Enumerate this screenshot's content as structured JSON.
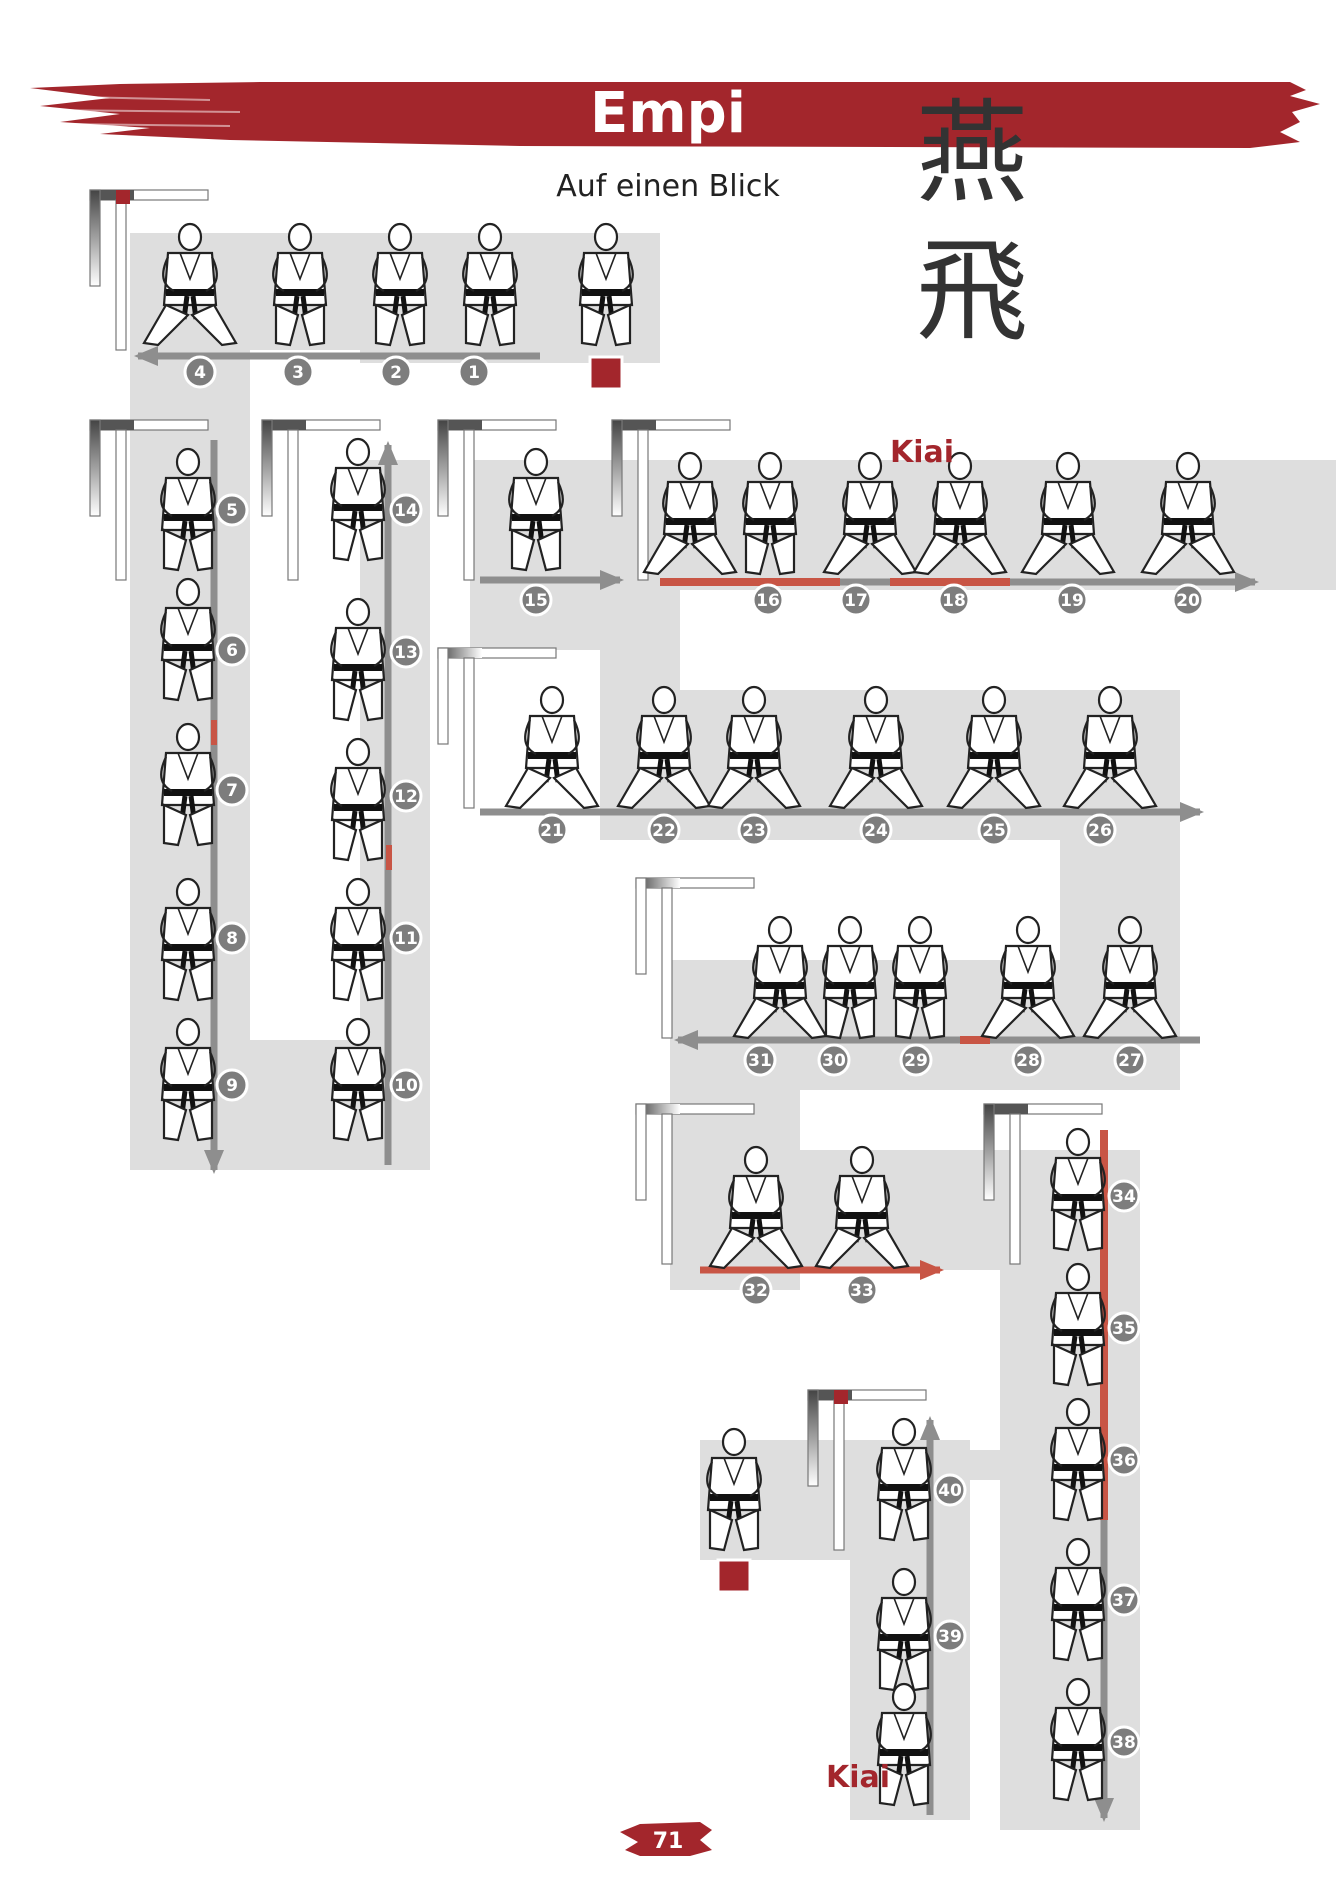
{
  "page": {
    "title": "Empi",
    "subtitle": "Auf einen Blick",
    "kanji": [
      "燕",
      "飛"
    ],
    "page_number": "71",
    "kiai_label": "Kiai"
  },
  "colors": {
    "brand_red": "#a3262c",
    "accent_red": "#c85545",
    "band_gray": "#dedede",
    "badge_gray": "#7d7d7d",
    "arrow_gray": "#8e8e8e"
  },
  "moves": [
    {
      "n": "1"
    },
    {
      "n": "2"
    },
    {
      "n": "3"
    },
    {
      "n": "4"
    },
    {
      "n": "5"
    },
    {
      "n": "6"
    },
    {
      "n": "7"
    },
    {
      "n": "8"
    },
    {
      "n": "9"
    },
    {
      "n": "10"
    },
    {
      "n": "11"
    },
    {
      "n": "12"
    },
    {
      "n": "13"
    },
    {
      "n": "14"
    },
    {
      "n": "15"
    },
    {
      "n": "16"
    },
    {
      "n": "17"
    },
    {
      "n": "18"
    },
    {
      "n": "19"
    },
    {
      "n": "20"
    },
    {
      "n": "21"
    },
    {
      "n": "22"
    },
    {
      "n": "23"
    },
    {
      "n": "24"
    },
    {
      "n": "25"
    },
    {
      "n": "26"
    },
    {
      "n": "27"
    },
    {
      "n": "28"
    },
    {
      "n": "29"
    },
    {
      "n": "30"
    },
    {
      "n": "31"
    },
    {
      "n": "32"
    },
    {
      "n": "33"
    },
    {
      "n": "34"
    },
    {
      "n": "35"
    },
    {
      "n": "36"
    },
    {
      "n": "37"
    },
    {
      "n": "38"
    },
    {
      "n": "39"
    },
    {
      "n": "40"
    }
  ],
  "kiai_moves": [
    "17",
    "40"
  ]
}
